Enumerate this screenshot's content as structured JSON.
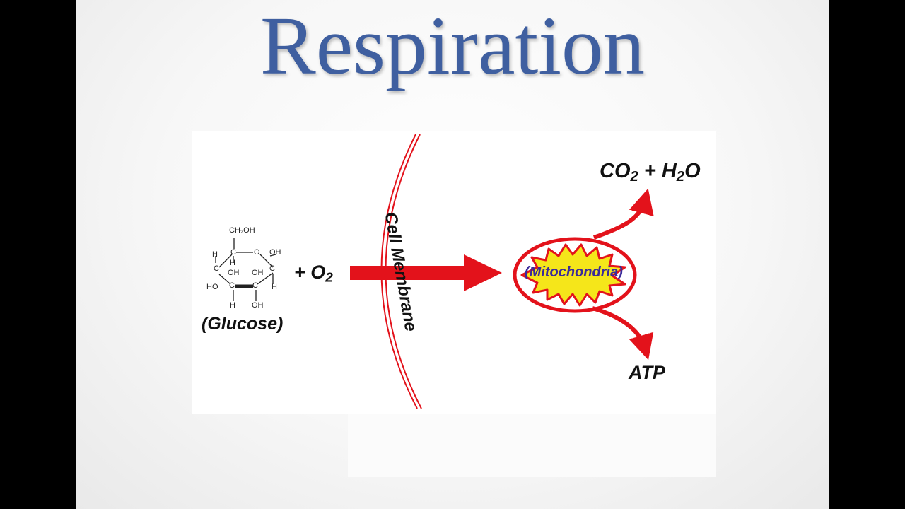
{
  "slide": {
    "title": "Respiration"
  },
  "diagram": {
    "glucose_label": "(Glucose)",
    "plus_o2": {
      "prefix": "+ O",
      "sub": "2"
    },
    "membrane_label": "Cell Membrane",
    "mitochondria_label": "(Mitochondria)",
    "products": {
      "co": "CO",
      "co_sub": "2",
      "plus": " + H",
      "h_sub": "2",
      "o": "O"
    },
    "atp_label": "ATP",
    "glucose_structure": {
      "ch2oh": "CH₂OH",
      "h": "H",
      "c": "C",
      "o": "O",
      "oh": "OH",
      "ho": "HO"
    },
    "colors": {
      "title": "#3f5fa0",
      "arrow": "#e3121b",
      "mito_fill": "#f5e61a",
      "mito_label": "#3a2a9a"
    }
  }
}
